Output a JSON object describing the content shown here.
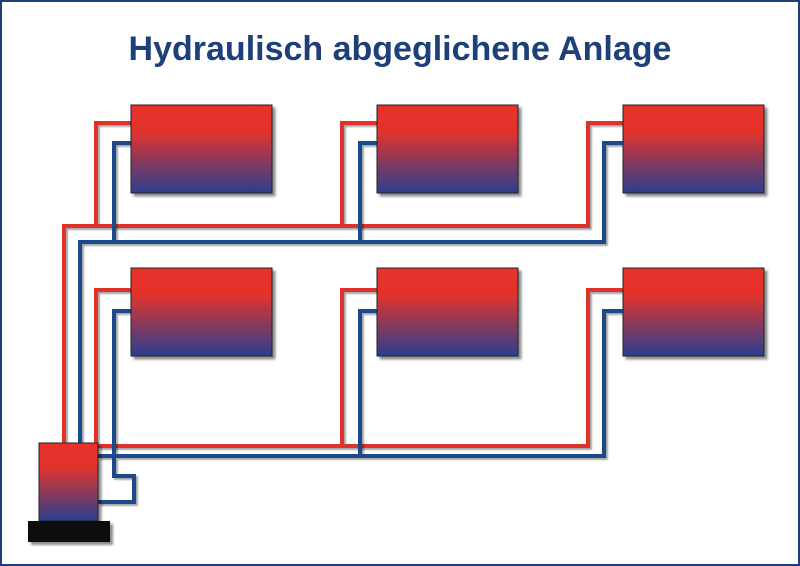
{
  "title": "Hydraulisch abgeglichene Anlage",
  "colors": {
    "supply": "#e0332b",
    "return": "#1d4a8c",
    "radiator_top": "#e8302a",
    "radiator_bottom": "#2a3f8f",
    "frame": "#1d3f7a",
    "base": "#111111"
  },
  "radiators": [
    {
      "id": "r1",
      "row": 1,
      "col": 1
    },
    {
      "id": "r2",
      "row": 1,
      "col": 2
    },
    {
      "id": "r3",
      "row": 1,
      "col": 3
    },
    {
      "id": "r4",
      "row": 2,
      "col": 1
    },
    {
      "id": "r5",
      "row": 2,
      "col": 2
    },
    {
      "id": "r6",
      "row": 2,
      "col": 3
    }
  ],
  "boiler": {
    "name": "heat-generator"
  }
}
